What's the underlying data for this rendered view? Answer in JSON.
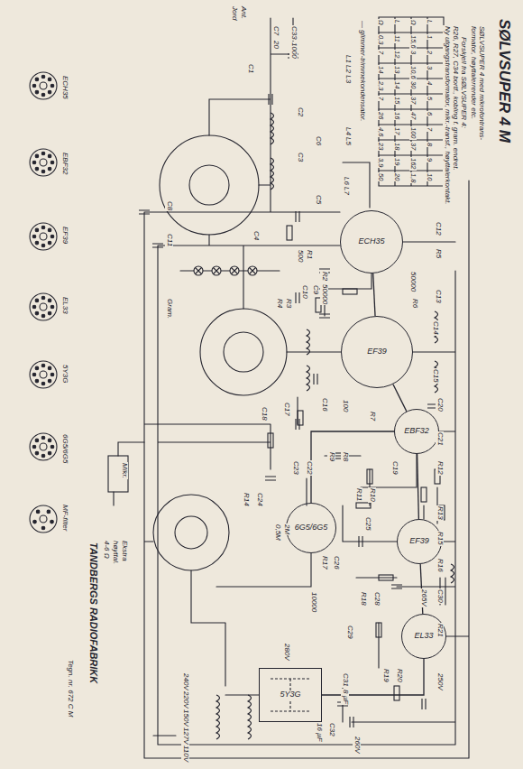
{
  "diagram": {
    "title": "SØLVSUPER 4 M",
    "nodes": [
      {
        "text": [
          "ECH35"
        ]
      },
      {
        "text": [
          "EF39"
        ]
      },
      {
        "text": [
          "EBF32"
        ]
      },
      {
        "text": [
          "EF39"
        ]
      },
      {
        "text": [
          "EL33"
        ]
      },
      {
        "text": [
          "6G5/6G5"
        ]
      },
      {
        "text": [
          "5Y3G"
        ]
      }
    ],
    "edges": [
      {
        "from": 0,
        "to": 1,
        "arrow": "none"
      },
      {
        "from": 1,
        "to": 2,
        "arrow": "none"
      },
      {
        "from": 2,
        "to": 3,
        "arrow": "none"
      },
      {
        "from": 3,
        "to": 4,
        "arrow": "none"
      },
      {
        "from": 2,
        "to": 5,
        "arrow": "none"
      },
      {
        "from": 6,
        "to": 4,
        "arrow": "none"
      }
    ],
    "labels": [
      "SØLVSUPER 4 med mikrofontrans-",
      "formator, høyttalerrender etc.",
      "Forskjell fra SØLVSUPER 4:",
      "R26, R27, C34 bortf., kobling f. gram. endret.",
      "Ny utgangstransformator, mikr.-transf., høyttalerkontakt.",
      "L",
      "1",
      "2",
      "3",
      "4",
      "5",
      "6",
      "7",
      "8",
      "9",
      "10",
      "Ω",
      "15,6",
      "3",
      "10,6",
      "30",
      "37",
      "47",
      "100",
      "37",
      "162",
      "1,8",
      "L",
      "11",
      "12",
      "13",
      "14",
      "15",
      "16",
      "17",
      "18",
      "19",
      "20",
      "Ω",
      "0,3",
      "7",
      "14",
      "2,3",
      "7",
      "26",
      "4,6",
      "23",
      "3,9",
      "50",
      "— glimmer-trimmekondensator.",
      "L1 L2 L3",
      "L4 L5",
      "L6 L7",
      "ECH35",
      "EBF32",
      "EF39",
      "EL33",
      "5Y3G",
      "6G5/6G5",
      "MF-filter",
      "TANDBERGS RADIOFABRIKK",
      "Tegn. nr. 672 C M",
      "C33",
      "1000",
      "C7",
      "20",
      "C1",
      "C2",
      "C3",
      "C4",
      "C5",
      "C6",
      "R1",
      "500",
      "R2",
      "50000",
      "C8",
      "C11",
      "C9",
      "C10",
      "R3",
      "R4",
      "C12",
      "R5",
      "C13",
      "R6",
      "C14",
      "C15",
      "C16",
      "C17",
      "C18",
      "Gram.",
      "Ant.",
      "Jord",
      "C19",
      "C20",
      "C21",
      "R7",
      "R8",
      "R9",
      "C22",
      "C23",
      "R10",
      "R11",
      "R12",
      "R13",
      "C24",
      "R14",
      "C25",
      "R15",
      "R16",
      "C26",
      "R17",
      "C28",
      "R18",
      "C29",
      "R19",
      "R20",
      "C30",
      "R21",
      "C31",
      "8 µF",
      "C32",
      "16 µF",
      "280V",
      "260V",
      "250V",
      "265V",
      "240V",
      "220V",
      "150V",
      "127V",
      "110V",
      "Ekstra",
      "høyttal.",
      "4-6 Ω",
      "Mikr.",
      "2M",
      "0,5M",
      "100",
      "50000",
      "10000"
    ]
  }
}
